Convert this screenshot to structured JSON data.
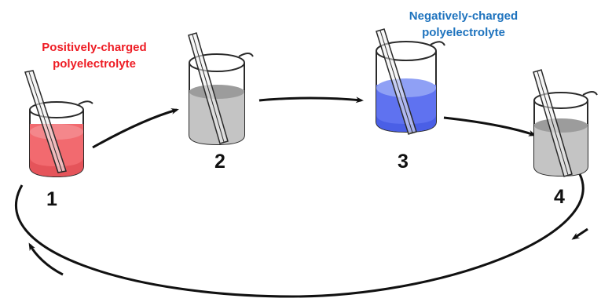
{
  "colors": {
    "positive": "#ee1c24",
    "negative": "#1e73be",
    "pos_solution": "#f26a6f",
    "pos_surface": "#f4878b",
    "neg_solution": "#5f72f0",
    "neg_surface": "#8fa0f5",
    "rinse_solution": "#c4c4c4",
    "rinse_surface": "#9c9c9c",
    "outline": "#2a2a2a"
  },
  "labels": {
    "positive_line1": "Positively-charged",
    "positive_line2": "polyelectrolyte",
    "negative_line1": "Negatively-charged",
    "negative_line2": "polyelectrolyte"
  },
  "beakers": [
    {
      "number": "1",
      "solution": "positive"
    },
    {
      "number": "2",
      "solution": "rinse"
    },
    {
      "number": "3",
      "solution": "negative"
    },
    {
      "number": "4",
      "solution": "rinse"
    }
  ]
}
